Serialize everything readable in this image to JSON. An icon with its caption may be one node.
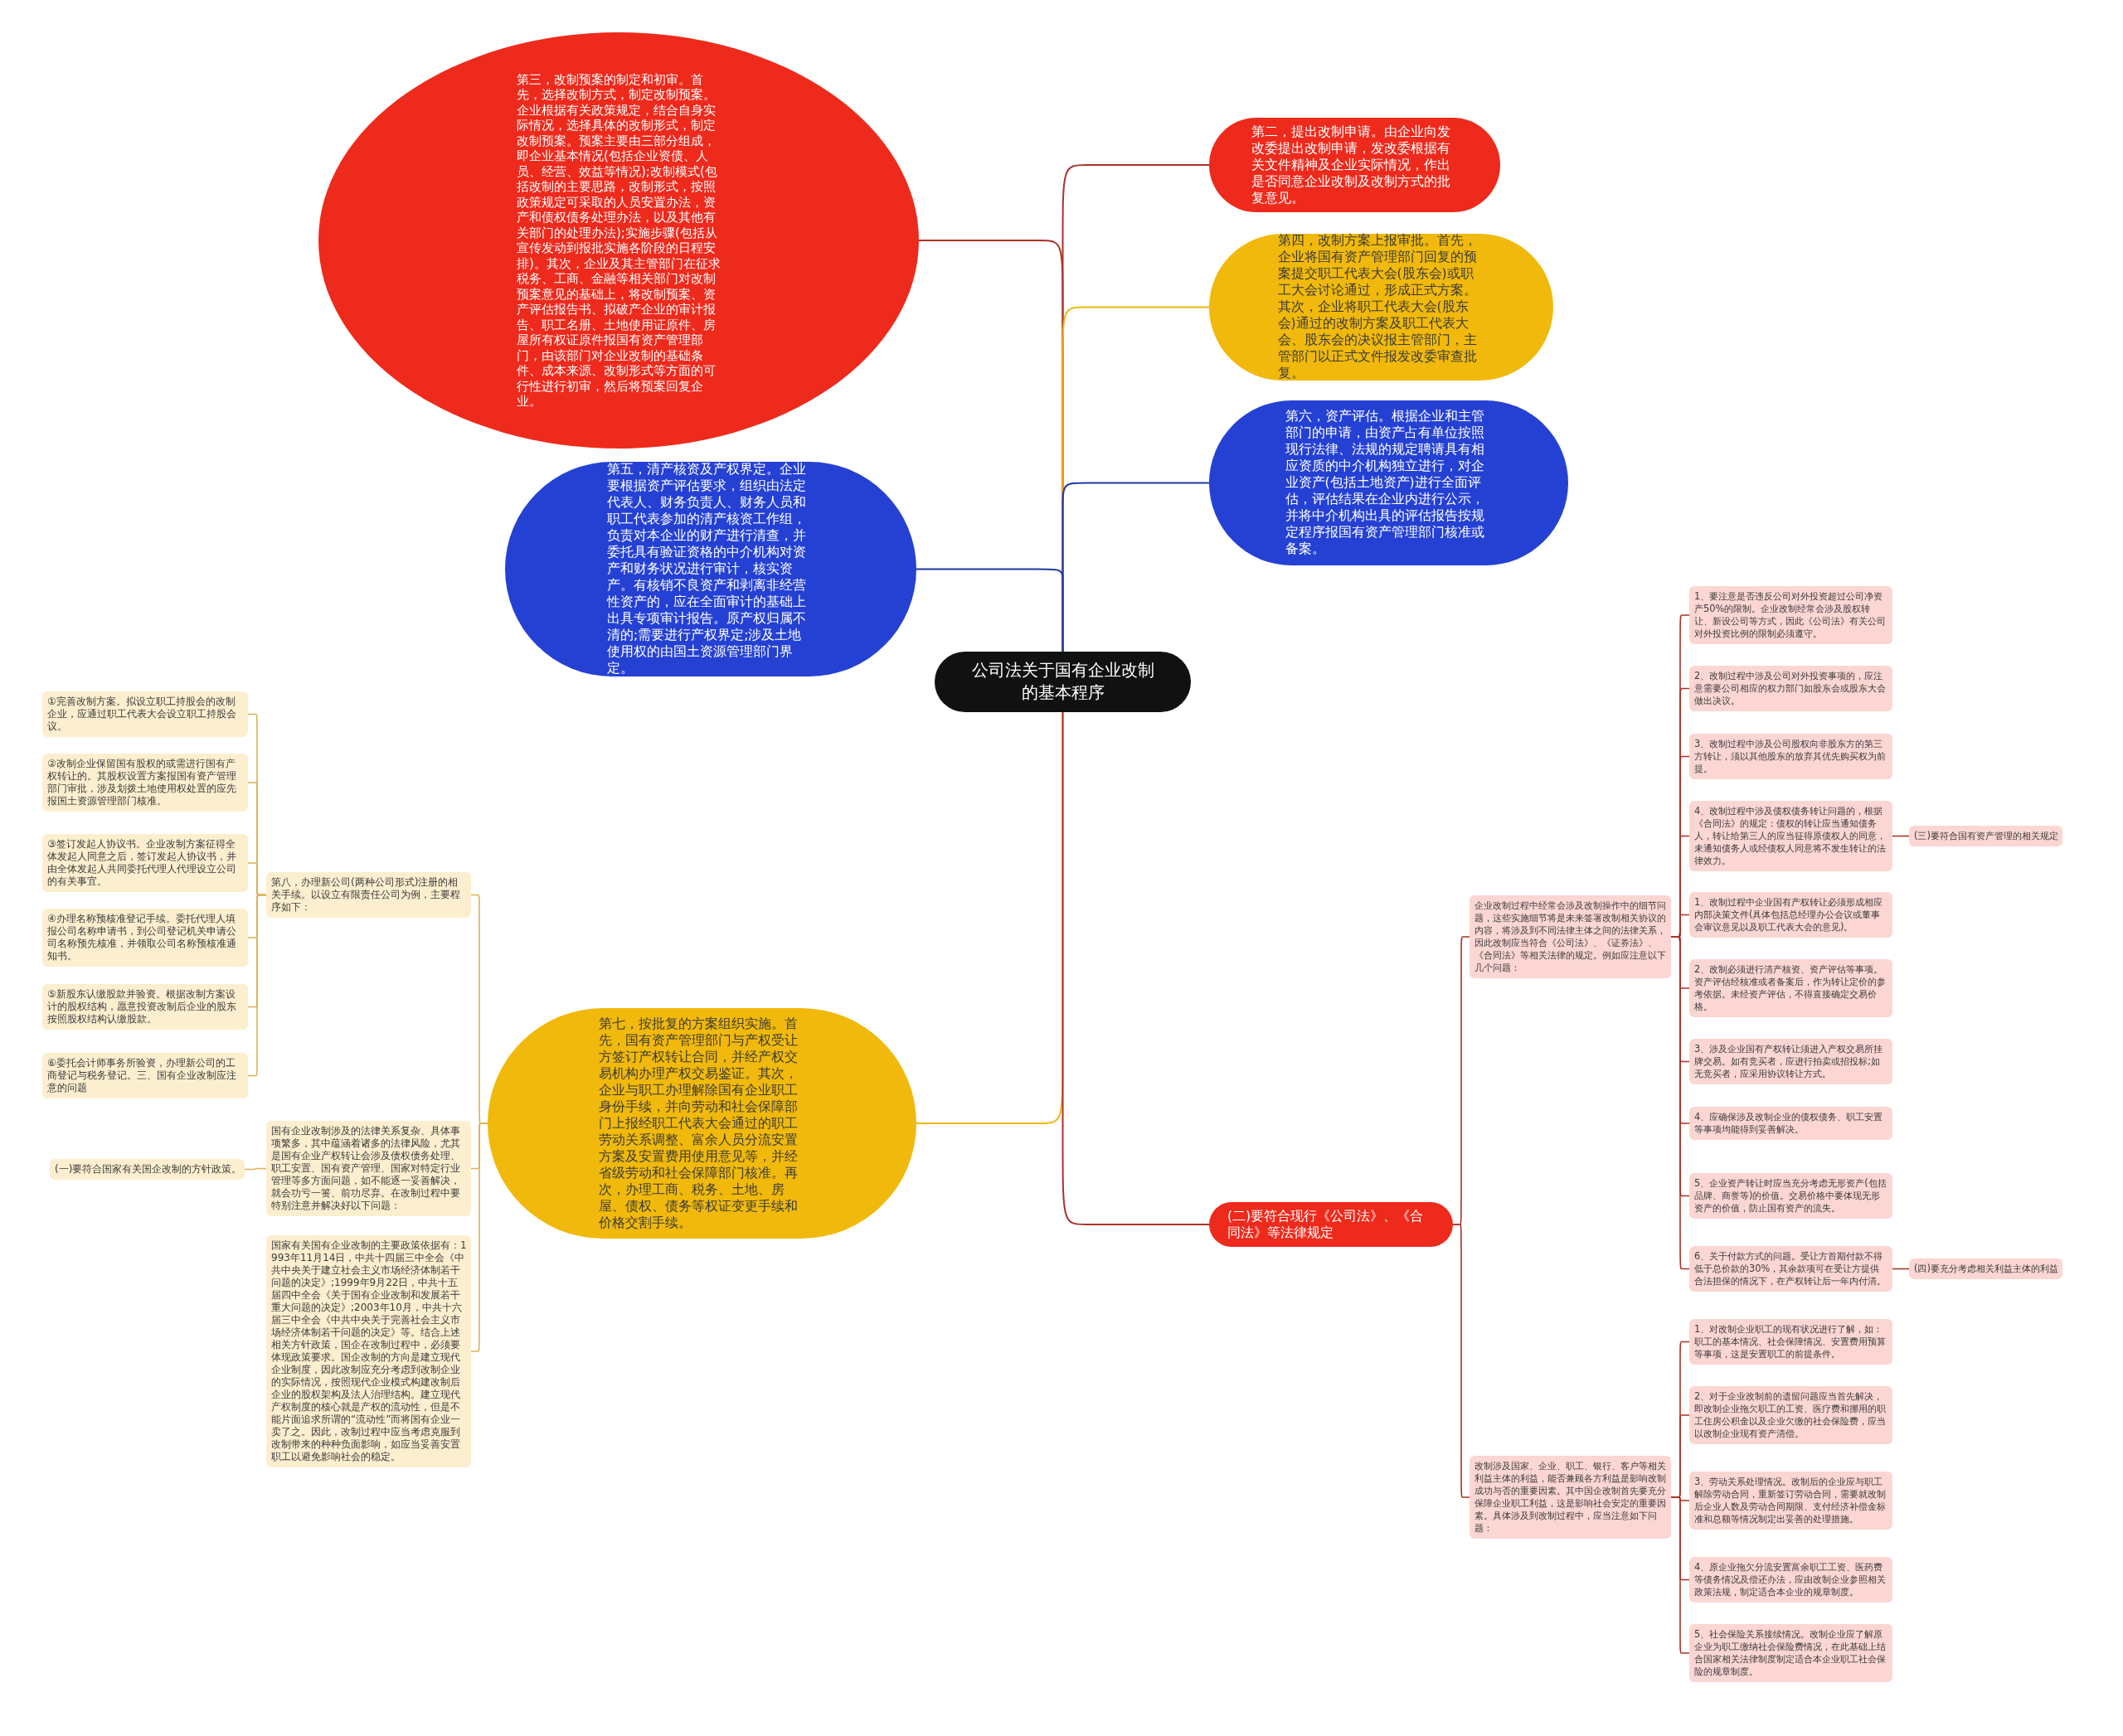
{
  "diagram": {
    "nodes": [
      {
        "text": [
          "公司法关于国有企业改制的基本程序"
        ]
      },
      {
        "text": [
          "第三，改制预案的制定和初审。首先，选择改制方式，制定改制预案。企业根据有关政策规定，结合自身实际情况，选择具体的改制形式，制定改制预案。预案主要由三部分组成，即企业基本情况(包括企业资债、人员、经营、效益等情况);改制模式(包括改制的主要思路，改制形式，按照政策规定可采取的人员安置办法，资产和债权债务处理办法，以及其他有关部门的处理办法);实施步骤(包括从宣传发动到报批实施各阶段的日程安排)。其次，企业及其主管部门在征求税务、工商、金融等相关部门对改制预案意见的基础上，将改制预案、资产评估报告书、拟破产企业的审计报告、职工名册、土地使用证原件、房屋所有权证原件报国有资产管理部门，由该部门对企业改制的基础条件、成本来源、改制形式等方面的可行性进行初审，然后将预案回复企业。"
        ]
      },
      {
        "text": [
          "第二，提出改制申请。由企业向发改委提出改制申请，发改委根据有关文件精神及企业实际情况，作出是否同意企业改制及改制方式的批复意见。"
        ]
      },
      {
        "text": [
          "第四，改制方案上报审批。首先，企业将国有资产管理部门回复的预案提交职工代表大会(股东会)或职工大会讨论通过，形成正式方案。其次，企业将职工代表大会(股东会)通过的改制方案及职工代表大会、股东会的决议报主管部门，主管部门以正式文件报发改委审查批复。"
        ]
      },
      {
        "text": [
          "第六，资产评估。根据企业和主管部门的申请，由资产占有单位按照现行法律、法规的规定聘请具有相应资质的中介机构独立进行，对企业资产(包括土地资产)进行全面评估，评估结果在企业内进行公示，并将中介机构出具的评估报告按规定程序报国有资产管理部门核准或备案。"
        ]
      },
      {
        "text": [
          "第五，清产核资及产权界定。企业要根据资产评估要求，组织由法定代表人、财务负责人、财务人员和职工代表参加的清产核资工作组，负责对本企业的财产进行清查，并委托具有验证资格的中介机构对资产和财务状况进行审计，核实资产。有核销不良资产和剥离非经营性资产的，应在全面审计的基础上出具专项审计报告。原产权归属不清的;需要进行产权界定;涉及土地使用权的由国土资源管理部门界定。"
        ]
      },
      {
        "text": [
          "第七，按批复的方案组织实施。首先，国有资产管理部门与产权受让方签订产权转让合同，并经产权交易机构办理产权交易鉴证。其次，企业与职工办理解除国有企业职工身份手续，并向劳动和社会保障部门上报经职工代表大会通过的职工劳动关系调整、富余人员分流安置方案及安置费用使用意见等，并经省级劳动和社会保障部门核准。再次，办理工商、税务、土地、房屋、债权、债务等权证变更手续和价格交割手续。"
        ]
      },
      {
        "text": [
          "(二)要符合现行《公司法》、《合同法》等法律规定"
        ]
      },
      {
        "text": [
          "第八，办理新公司(两种公司形式)注册的相关手续。以设立有限责任公司为例，主要程序如下："
        ]
      },
      {
        "text": [
          "①完善改制方案。拟设立职工持股会的改制企业，应通过职工代表大会设立职工持股会议。"
        ]
      },
      {
        "text": [
          "②改制企业保留国有股权的或需进行国有产权转让的。其股权设置方案报国有资产管理部门审批，涉及划拨土地使用权处置的应先报国土资源管理部门核准。"
        ]
      },
      {
        "text": [
          "③签订发起人协议书。企业改制方案征得全体发起人同意之后，签订发起人协议书，并由全体发起人共同委托代理人代理设立公司的有关事宜。"
        ]
      },
      {
        "text": [
          "④办理名称预核准登记手续。委托代理人填报公司名称申请书，到公司登记机关申请公司名称预先核准，并领取公司名称预核准通知书。"
        ]
      },
      {
        "text": [
          "⑤新股东认缴股款并验资。根据改制方案设计的股权结构，愿意投资改制后企业的股东按照股权结构认缴股款。"
        ]
      },
      {
        "text": [
          "⑥委托会计师事务所验资，办理新公司的工商登记与税务登记。三、国有企业改制应注意的问题"
        ]
      },
      {
        "text": [
          "国有企业改制涉及的法律关系复杂、具体事项繁多，其中蕴涵着诸多的法律风险，尤其是国有企业产权转让会涉及债权债务处理、职工安置、国有资产管理、国家对特定行业管理等多方面问题，如不能逐一妥善解决，就会功亏一篑、前功尽弃。在改制过程中要特别注意并解决好以下问题："
        ]
      },
      {
        "text": [
          "(一)要符合国家有关国企改制的方针政策。"
        ]
      },
      {
        "text": [
          "国家有关国有企业改制的主要政策依据有：1993年11月14日，中共十四届三中全会《中共中央关于建立社会主义市场经济体制若干问题的决定》;1999年9月22日，中共十五届四中全会《关于国有企业改制和发展若干重大问题的决定》;2003年10月，中共十六届三中全会《中共中央关于完善社会主义市场经济体制若干问题的决定》等。结合上述相关方针政策，国企在改制过程中，必须要体现政策要求。国企改制的方向是建立现代企业制度，因此改制应充分考虑到改制企业的实际情况，按照现代企业模式构建改制后企业的股权架构及法人治理结构。建立现代产权制度的核心就是产权的流动性，但是不能片面追求所谓的“流动性”而将国有企业一卖了之。因此，改制过程中应当考虑克服到改制带来的种种负面影响，如应当妥善安置职工以避免影响社会的稳定。"
        ]
      },
      {
        "text": [
          "企业改制过程中经常会涉及改制操作中的细节问题，这些实施细节将是未来签署改制相关协议的内容，将涉及到不同法律主体之间的法律关系，因此改制应当符合《公司法》、《证券法》、《合同法》等相关法律的规定。例如应注意以下几个问题："
        ]
      },
      {
        "text": [
          "1、要注意是否违反公司对外投资超过公司净资产50%的限制。企业改制经常会涉及股权转让、新设公司等方式，因此《公司法》有关公司对外投资比例的限制必须遵守。"
        ]
      },
      {
        "text": [
          "2、改制过程中涉及公司对外投资事项的，应注意需要公司相应的权力部门如股东会或股东大会做出决议。"
        ]
      },
      {
        "text": [
          "3、改制过程中涉及公司股权向非股东方的第三方转让，须以其他股东的放弃其优先购买权为前提。"
        ]
      },
      {
        "text": [
          "4、改制过程中涉及债权债务转让问题的，根据《合同法》的规定：债权的转让应当通知债务人，转让给第三人的应当征得原债权人的同意，未通知债务人或经债权人同意将不发生转让的法律效力。"
        ]
      },
      {
        "text": [
          "(三)要符合国有资产管理的相关规定"
        ]
      },
      {
        "text": [
          "1、改制过程中企业国有产权转让必须形成相应内部决策文件(具体包括总经理办公会议或董事会审议意见以及职工代表大会的意见)。"
        ]
      },
      {
        "text": [
          "2、改制必须进行清产核资、资产评估等事项。资产评估经核准或者备案后，作为转让定价的参考依据。未经资产评估，不得直接确定交易价格。"
        ]
      },
      {
        "text": [
          "3、涉及企业国有产权转让须进入产权交易所挂牌交易。如有竞买者，应进行拍卖或招投标;如无竞买者，应采用协议转让方式。"
        ]
      },
      {
        "text": [
          "4、应确保涉及改制企业的债权债务、职工安置等事项均能得到妥善解决。"
        ]
      },
      {
        "text": [
          "5、企业资产转让时应当充分考虑无形资产(包括品牌、商誉等)的价值。交易价格中要体现无形资产的价值，防止国有资产的流失。"
        ]
      },
      {
        "text": [
          "6、关于付款方式的问题。受让方首期付款不得低于总价款的30%，其余款项可在受让方提供合法担保的情况下，在产权转让后一年内付清。"
        ]
      },
      {
        "text": [
          "(四)要充分考虑相关利益主体的利益"
        ]
      },
      {
        "text": [
          "改制涉及国家、企业、职工、银行、客户等相关利益主体的利益，能否兼顾各方利益是影响改制成功与否的重要因素。其中国企改制首先要充分保障企业职工利益，这是影响社会安定的重要因素。具体涉及到改制过程中，应当注意如下问题："
        ]
      },
      {
        "text": [
          "1、对改制企业职工的现有状况进行了解，如：职工的基本情况、社会保障情况、安置费用预算等事项，这是安置职工的前提条件。"
        ]
      },
      {
        "text": [
          "2、对于企业改制前的遗留问题应当首先解决，即改制企业拖欠职工的工资、医疗费和挪用的职工住房公积金以及企业欠缴的社会保险费，应当以改制企业现有资产清偿。"
        ]
      },
      {
        "text": [
          "3、劳动关系处理情况。改制后的企业应与职工解除劳动合同，重新签订劳动合同，需要就改制后企业人数及劳动合同期限、支付经济补偿金标准和总额等情况制定出妥善的处理措施。"
        ]
      },
      {
        "text": [
          "4、原企业拖欠分流安置富余职工工资、医药费等债务情况及偿还办法，应由改制企业参照相关政策法规，制定适合本企业的规章制度。"
        ]
      },
      {
        "text": [
          "5、社会保险关系接续情况。改制企业应了解原企业为职工缴纳社会保险费情况，在此基础上结合国家相关法律制度制定适合本企业职工社会保险的规章制度。"
        ]
      }
    ],
    "edges": [
      {
        "from": 0,
        "to": 1,
        "arrow": "none"
      },
      {
        "from": 0,
        "to": 2,
        "arrow": "none"
      },
      {
        "from": 0,
        "to": 3,
        "arrow": "none",
        "color": "#efb80c"
      },
      {
        "from": 0,
        "to": 4,
        "arrow": "none",
        "color": "#1f3aa0"
      },
      {
        "from": 0,
        "to": 5,
        "arrow": "none",
        "color": "#1f3aa0"
      },
      {
        "from": 0,
        "to": 6,
        "arrow": "none",
        "color": "#efb80c"
      },
      {
        "from": 0,
        "to": 7,
        "arrow": "none"
      },
      {
        "from": 6,
        "to": 8,
        "arrow": "none",
        "color": "#d9b355"
      },
      {
        "from": 6,
        "to": 15,
        "arrow": "none",
        "color": "#d9b355"
      },
      {
        "from": 6,
        "to": 17,
        "arrow": "none",
        "color": "#d9b355"
      },
      {
        "from": 8,
        "to": 9,
        "arrow": "none",
        "color": "#d9b355"
      },
      {
        "from": 8,
        "to": 10,
        "arrow": "none",
        "color": "#d9b355"
      },
      {
        "from": 8,
        "to": 11,
        "arrow": "none",
        "color": "#d9b355"
      },
      {
        "from": 8,
        "to": 12,
        "arrow": "none",
        "color": "#d9b355"
      },
      {
        "from": 8,
        "to": 13,
        "arrow": "none",
        "color": "#d9b355"
      },
      {
        "from": 8,
        "to": 14,
        "arrow": "none",
        "color": "#d9b355"
      },
      {
        "from": 15,
        "to": 16,
        "arrow": "none",
        "color": "#d9b355"
      },
      {
        "from": 7,
        "to": 18,
        "arrow": "none"
      },
      {
        "from": 7,
        "to": 31,
        "arrow": "none"
      },
      {
        "from": 18,
        "to": 19,
        "arrow": "none"
      },
      {
        "from": 18,
        "to": 20,
        "arrow": "none"
      },
      {
        "from": 18,
        "to": 21,
        "arrow": "none"
      },
      {
        "from": 18,
        "to": 22,
        "arrow": "none"
      },
      {
        "from": 18,
        "to": 24,
        "arrow": "none"
      },
      {
        "from": 18,
        "to": 25,
        "arrow": "none"
      },
      {
        "from": 18,
        "to": 26,
        "arrow": "none"
      },
      {
        "from": 18,
        "to": 27,
        "arrow": "none"
      },
      {
        "from": 18,
        "to": 28,
        "arrow": "none"
      },
      {
        "from": 18,
        "to": 29,
        "arrow": "none"
      },
      {
        "from": 22,
        "to": 23,
        "arrow": "none"
      },
      {
        "from": 29,
        "to": 30,
        "arrow": "none"
      },
      {
        "from": 31,
        "to": 32,
        "arrow": "none"
      },
      {
        "from": 31,
        "to": 33,
        "arrow": "none"
      },
      {
        "from": 31,
        "to": 34,
        "arrow": "none"
      },
      {
        "from": 31,
        "to": 35,
        "arrow": "none"
      },
      {
        "from": 31,
        "to": 36,
        "arrow": "none"
      }
    ]
  }
}
